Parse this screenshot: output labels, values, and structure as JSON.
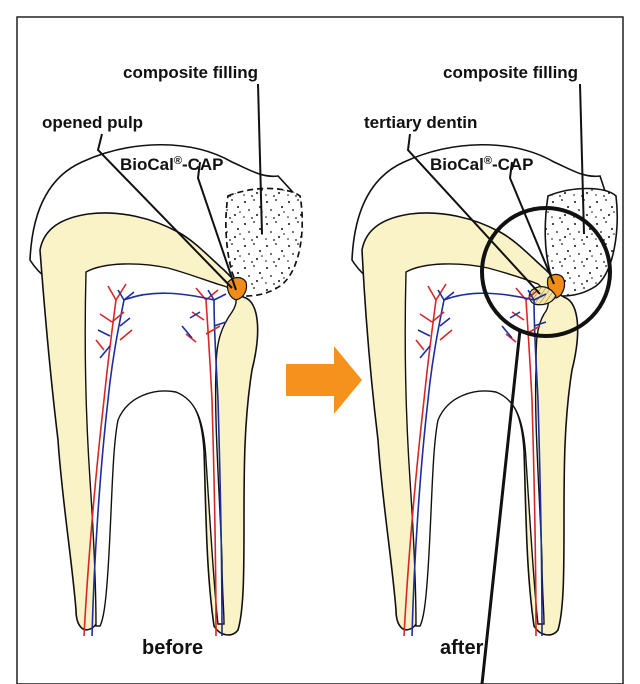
{
  "panels": {
    "before": {
      "caption": "before",
      "labels": {
        "composite_filling": "composite filling",
        "opened_pulp": "opened pulp",
        "biocal_cap": "BioCal",
        "biocal_reg": "®",
        "biocal_cap_suffix": "-CAP"
      }
    },
    "after": {
      "caption": "after",
      "labels": {
        "composite_filling": "composite filling",
        "tertiary_dentin": "tertiary dentin",
        "biocal_cap": "BioCal",
        "biocal_reg": "®",
        "biocal_cap_suffix": "-CAP"
      }
    }
  },
  "colors": {
    "dentin": "#fbf3c8",
    "enamel": "#ffffff",
    "outline": "#111111",
    "artery": "#d62828",
    "vein": "#1d2e9c",
    "biocal_cap": "#f08c1a",
    "arrow": "#f5921e",
    "frame": "#111111"
  }
}
